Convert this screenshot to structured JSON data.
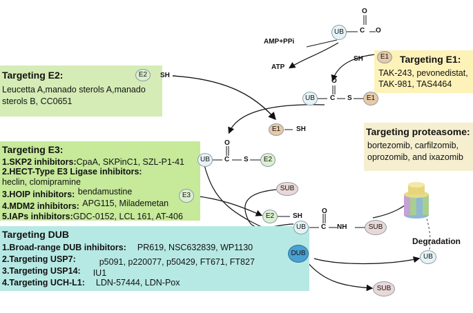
{
  "boxes": {
    "e1": {
      "title": "Targeting E1:",
      "lines": [
        "TAK-243, pevonedistat,",
        "TAK-981, TAS4464"
      ]
    },
    "e2": {
      "title": "Targeting E2:",
      "lines": [
        " Leucetta A,manado sterols A,manado",
        "sterols B, CC0651"
      ]
    },
    "proteasome": {
      "title": "Targeting proteasome:",
      "lines": [
        "bortezomib, carfilzomib,",
        "oprozomib, and ixazomib"
      ]
    },
    "e3": {
      "title": "Targeting E3:",
      "items": [
        {
          "label": "1.SKP2 inhibitors:",
          "value": "CpaA, SKPinC1, SZL-P1-41"
        },
        {
          "label": "2.HECT-Type E3 Ligase inhibitors:",
          "value": "heclin, clomipramine"
        },
        {
          "label": "3.HOIP inhibitors:",
          "value": "bendamustine"
        },
        {
          "label": "4.MDM2 inhibitors:",
          "value": "APG115, Milademetan"
        },
        {
          "label": "5.IAPs inhibitors:",
          "value": "GDC-0152, LCL 161, AT-406"
        }
      ]
    },
    "dub": {
      "title": "Targeting DUB",
      "items": [
        {
          "label": "1.Broad-range DUB inhibitors:",
          "value": "PR619, NSC632839, WP1130"
        },
        {
          "label": "2.Targeting USP7:",
          "value": "p5091, p220077, p50429, FT671, FT827"
        },
        {
          "label": "3.Targeting USP14:",
          "value": "IU1"
        },
        {
          "label": "4.Targeting UCH-L1:",
          "value": "LDN-57444, LDN-Pox"
        }
      ]
    }
  },
  "molecules": {
    "ub": "UB",
    "e1": "E1",
    "e2": "E2",
    "e3": "E3",
    "sub": "SUB",
    "dub": "DUB",
    "sh": "SH",
    "nh": "NH",
    "o": "O",
    "c": "C",
    "s": "S",
    "amp": "AMP+PPi",
    "atp": "ATP",
    "degradation": "Degradation"
  },
  "colors": {
    "e1_box": "#fdf2b8",
    "e2_box": "#d5ecb6",
    "e3_box": "#c6e99a",
    "dub_box": "#b7e9e4",
    "proteasome_box": "#f5efcf",
    "ub": "#e6f3f6",
    "e1": "#e8c9a8",
    "e2": "#dcefd0",
    "e3": "#dcefd0",
    "sub": "#ead8d8",
    "dub": "#4aa0d2"
  }
}
